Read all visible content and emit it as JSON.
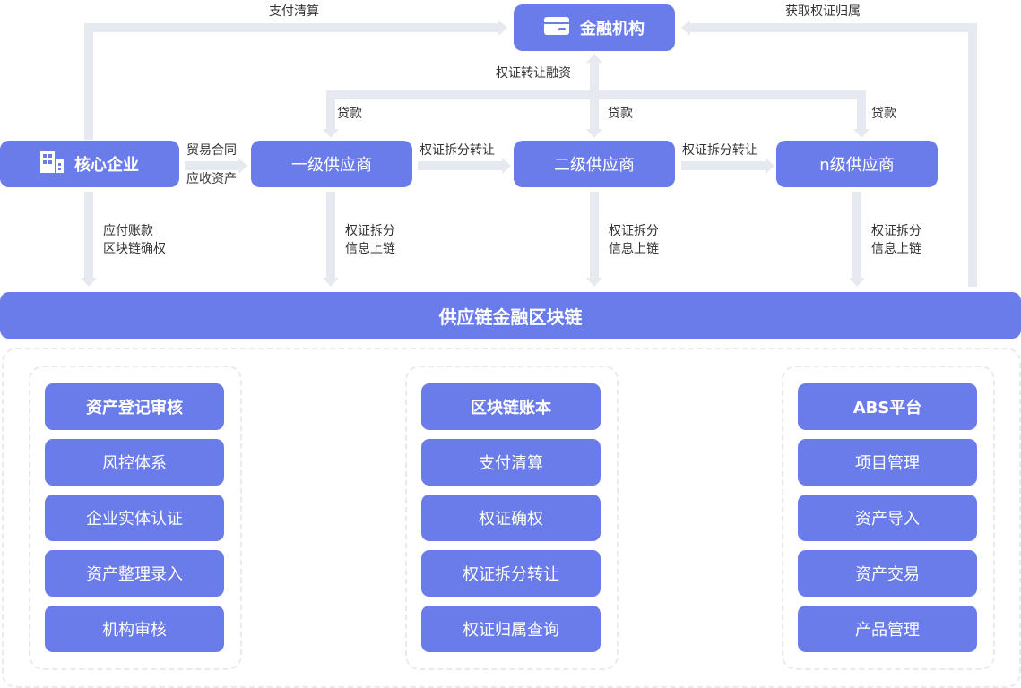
{
  "nodes": {
    "financial_institution": "金融机构",
    "core_enterprise": "核心企业",
    "tier1_supplier": "一级供应商",
    "tier2_supplier": "二级供应商",
    "tiern_supplier": "n级供应商",
    "blockchain_bar": "供应链金融区块链"
  },
  "edge_labels": {
    "payment_clearing": "支付清算",
    "obtain_ownership": "获取权证归属",
    "transfer_financing": "权证转让融资",
    "loan_1": "贷款",
    "loan_2": "贷款",
    "loan_n": "贷款",
    "trade_contract": "贸易合同",
    "receivable_asset": "应收资产",
    "split_transfer_1": "权证拆分转让",
    "split_transfer_2": "权证拆分转让",
    "payable_line1": "应付账款",
    "payable_line2": "区块链确权",
    "split_info_1_line1": "权证拆分",
    "split_info_1_line2": "信息上链",
    "split_info_2_line1": "权证拆分",
    "split_info_2_line2": "信息上链",
    "split_info_n_line1": "权证拆分",
    "split_info_n_line2": "信息上链"
  },
  "modules": [
    {
      "title": "资产登记审核",
      "items": [
        "风控体系",
        "企业实体认证",
        "资产整理录入",
        "机构审核"
      ]
    },
    {
      "title": "区块链账本",
      "items": [
        "支付清算",
        "权证确权",
        "权证拆分转让",
        "权证归属查询"
      ]
    },
    {
      "title": "ABS平台",
      "items": [
        "项目管理",
        "资产导入",
        "资产交易",
        "产品管理"
      ]
    }
  ],
  "icons": {
    "core_enterprise": "building-icon",
    "financial_institution": "credit-card-icon"
  },
  "colors": {
    "node_fill": "#6A7BEA",
    "connector": "#E6E9F0",
    "dashed_border": "#E8EAF0",
    "label_text": "#333333"
  }
}
